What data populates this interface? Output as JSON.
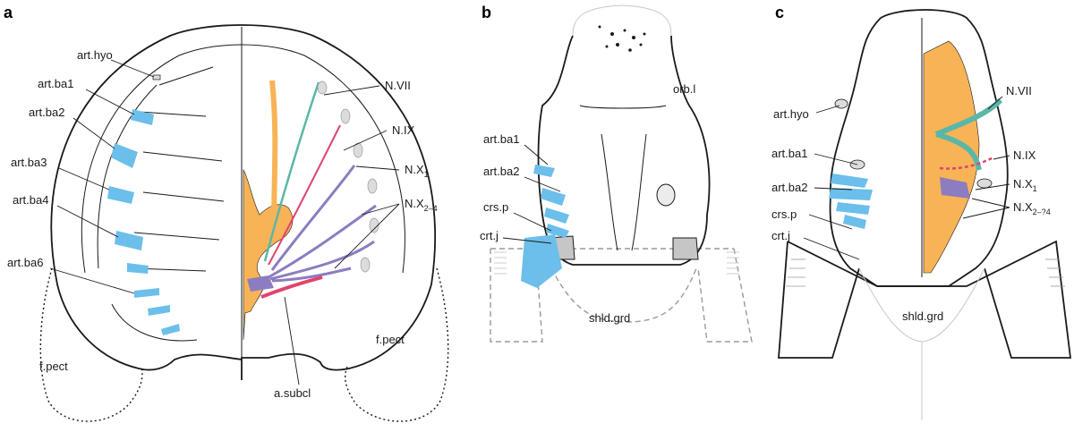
{
  "panels": [
    {
      "id": "a",
      "label": "a",
      "labels": {
        "art_hyo": "art.hyo",
        "art_ba1": "art.ba1",
        "art_ba2": "art.ba2",
        "art_ba3": "art.ba3",
        "art_ba4": "art.ba4",
        "art_ba6": "art.ba6",
        "n_vii": "N.VII",
        "n_ix": "N.IX",
        "n_x1": "N.X",
        "n_x1_sub": "1",
        "n_x24": "N.X",
        "n_x24_sub": "2–4",
        "f_pect_left": "f.pect",
        "f_pect_right": "f.pect",
        "a_subcl": "a.subcl"
      }
    },
    {
      "id": "b",
      "label": "b",
      "labels": {
        "orb_l": "orb.l",
        "art_ba1": "art.ba1",
        "art_ba2": "art.ba2",
        "crs_p": "crs.p",
        "crt_j": "crt.j",
        "shld_grd": "shld.grd"
      }
    },
    {
      "id": "c",
      "label": "c",
      "labels": {
        "art_hyo": "art.hyo",
        "art_ba1": "art.ba1",
        "art_ba2": "art.ba2",
        "crs_p": "crs.p",
        "crt_j": "crt.j",
        "shld_grd": "shld.grd",
        "n_vii": "N.VII",
        "n_ix": "N.IX",
        "n_x1": "N.X",
        "n_x1_sub": "1",
        "n_x24": "N.X",
        "n_x24_sub": "2–?4"
      }
    }
  ],
  "colors": {
    "articulation_blue": "#6cbfea",
    "cavity_orange": "#f8b356",
    "nerve_teal": "#5ab7a8",
    "nerve_purple": "#8c7cc0",
    "artery_pink": "#e0446e",
    "cartilage_grey": "#c6c6c6",
    "line": "#1a1a1a"
  }
}
